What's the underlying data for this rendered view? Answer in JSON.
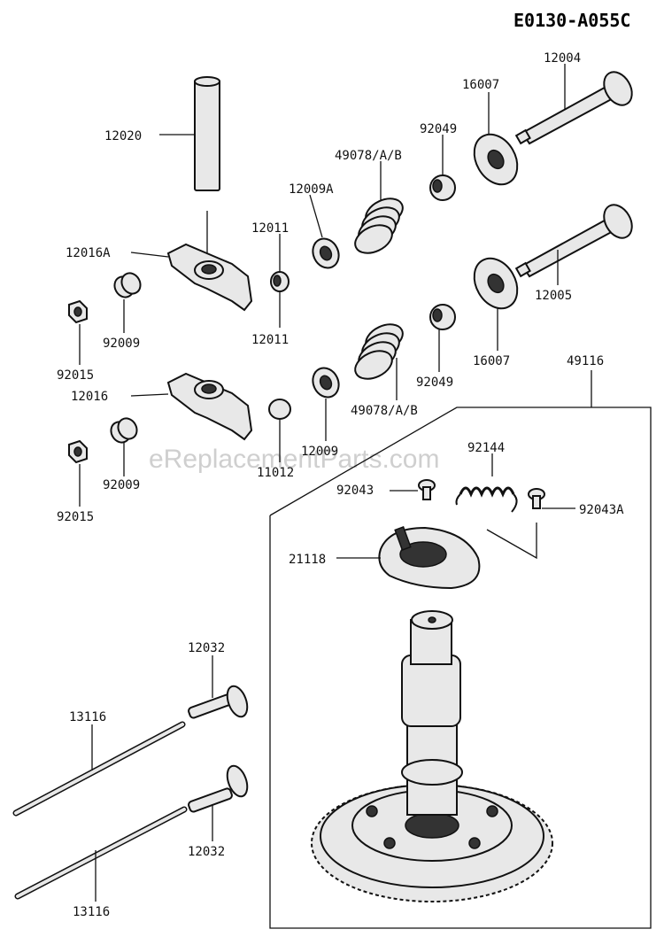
{
  "diagram": {
    "code": "E0130-A055C",
    "watermark": "eReplacementParts.com",
    "labels": {
      "p12004": "12004",
      "p16007a": "16007",
      "p92049a": "92049",
      "p49078a": "49078/A/B",
      "p12009A": "12009A",
      "p12020": "12020",
      "p12011a": "12011",
      "p12016A": "12016A",
      "p12011b": "12011",
      "p92009a": "92009",
      "p92015a": "92015",
      "p12005": "12005",
      "p16007b": "16007",
      "p92049b": "92049",
      "p49116": "49116",
      "p12016": "12016",
      "p49078b": "49078/A/B",
      "p12009": "12009",
      "p11012": "11012",
      "p92009b": "92009",
      "p92015b": "92015",
      "p92144": "92144",
      "p92043": "92043",
      "p92043A": "92043A",
      "p21118": "21118",
      "p12032a": "12032",
      "p13116a": "13116",
      "p12032b": "12032",
      "p13116b": "13116"
    }
  }
}
